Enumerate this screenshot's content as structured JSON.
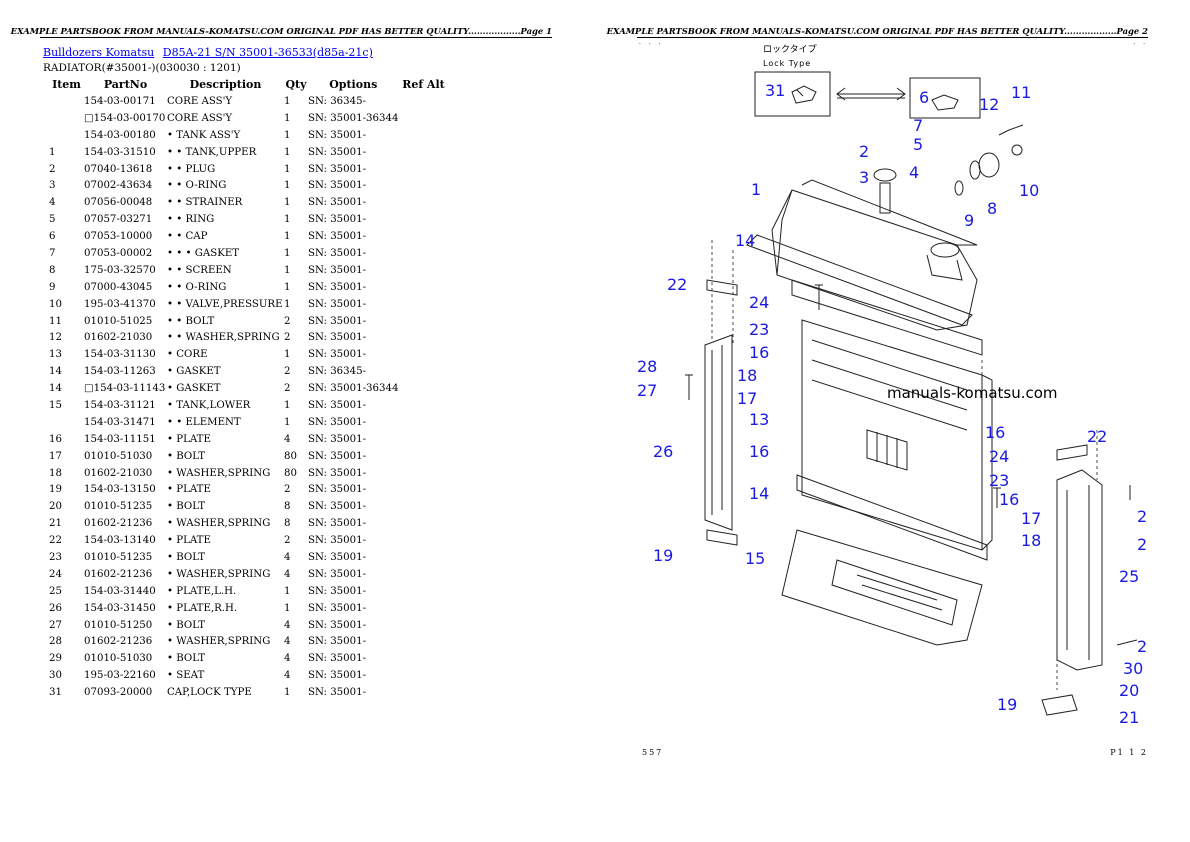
{
  "page1": {
    "header": "EXAMPLE PARTSBOOK FROM MANUALS-KOMATSU.COM ORIGINAL PDF HAS BETTER QUALITY..................Page 1",
    "breadcrumbs": [
      "Bulldozers Komatsu",
      "D85A-21 S/N 35001-36533(d85a-21c)"
    ],
    "section_title": "RADIATOR(#35001-)(030030 : 1201)",
    "columns": [
      "Item",
      "PartNo",
      "Description",
      "Qty",
      "Options",
      "Ref Alt"
    ],
    "rows": [
      {
        "item": "",
        "part": "154-03-00171",
        "desc": "CORE ASS'Y",
        "qty": "1",
        "opt": "SN: 36345-",
        "ref": ""
      },
      {
        "item": "",
        "part": "□154-03-00170",
        "desc": "CORE ASS'Y",
        "qty": "1",
        "opt": "SN: 35001-36344",
        "ref": ""
      },
      {
        "item": "",
        "part": "154-03-00180",
        "desc": "• TANK ASS'Y",
        "qty": "1",
        "opt": "SN: 35001-",
        "ref": ""
      },
      {
        "item": "1",
        "part": "154-03-31510",
        "desc": "• • TANK,UPPER",
        "qty": "1",
        "opt": "SN: 35001-",
        "ref": ""
      },
      {
        "item": "2",
        "part": "07040-13618",
        "desc": "• • PLUG",
        "qty": "1",
        "opt": "SN: 35001-",
        "ref": ""
      },
      {
        "item": "3",
        "part": "07002-43634",
        "desc": "• • O-RING",
        "qty": "1",
        "opt": "SN: 35001-",
        "ref": ""
      },
      {
        "item": "4",
        "part": "07056-00048",
        "desc": "• • STRAINER",
        "qty": "1",
        "opt": "SN: 35001-",
        "ref": ""
      },
      {
        "item": "5",
        "part": "07057-03271",
        "desc": "• • RING",
        "qty": "1",
        "opt": "SN: 35001-",
        "ref": ""
      },
      {
        "item": "6",
        "part": "07053-10000",
        "desc": "• • CAP",
        "qty": "1",
        "opt": "SN: 35001-",
        "ref": ""
      },
      {
        "item": "7",
        "part": "07053-00002",
        "desc": "• • • GASKET",
        "qty": "1",
        "opt": "SN: 35001-",
        "ref": ""
      },
      {
        "item": "8",
        "part": "175-03-32570",
        "desc": "• • SCREEN",
        "qty": "1",
        "opt": "SN: 35001-",
        "ref": ""
      },
      {
        "item": "9",
        "part": "07000-43045",
        "desc": "• • O-RING",
        "qty": "1",
        "opt": "SN: 35001-",
        "ref": ""
      },
      {
        "item": "10",
        "part": "195-03-41370",
        "desc": "• • VALVE,PRESSURE",
        "qty": "1",
        "opt": "SN: 35001-",
        "ref": ""
      },
      {
        "item": "11",
        "part": "01010-51025",
        "desc": "• • BOLT",
        "qty": "2",
        "opt": "SN: 35001-",
        "ref": ""
      },
      {
        "item": "12",
        "part": "01602-21030",
        "desc": "• • WASHER,SPRING",
        "qty": "2",
        "opt": "SN: 35001-",
        "ref": ""
      },
      {
        "item": "13",
        "part": "154-03-31130",
        "desc": "• CORE",
        "qty": "1",
        "opt": "SN: 35001-",
        "ref": ""
      },
      {
        "item": "14",
        "part": "154-03-11263",
        "desc": "• GASKET",
        "qty": "2",
        "opt": "SN: 36345-",
        "ref": ""
      },
      {
        "item": "14",
        "part": "□154-03-11143",
        "desc": "• GASKET",
        "qty": "2",
        "opt": "SN: 35001-36344",
        "ref": ""
      },
      {
        "item": "15",
        "part": "154-03-31121",
        "desc": "• TANK,LOWER",
        "qty": "1",
        "opt": "SN: 35001-",
        "ref": ""
      },
      {
        "item": "",
        "part": "154-03-31471",
        "desc": "• • ELEMENT",
        "qty": "1",
        "opt": "SN: 35001-",
        "ref": ""
      },
      {
        "item": "16",
        "part": "154-03-11151",
        "desc": "• PLATE",
        "qty": "4",
        "opt": "SN: 35001-",
        "ref": ""
      },
      {
        "item": "17",
        "part": "01010-51030",
        "desc": "• BOLT",
        "qty": "80",
        "opt": "SN: 35001-",
        "ref": ""
      },
      {
        "item": "18",
        "part": "01602-21030",
        "desc": "• WASHER,SPRING",
        "qty": "80",
        "opt": "SN: 35001-",
        "ref": ""
      },
      {
        "item": "19",
        "part": "154-03-13150",
        "desc": "• PLATE",
        "qty": "2",
        "opt": "SN: 35001-",
        "ref": ""
      },
      {
        "item": "20",
        "part": "01010-51235",
        "desc": "• BOLT",
        "qty": "8",
        "opt": "SN: 35001-",
        "ref": ""
      },
      {
        "item": "21",
        "part": "01602-21236",
        "desc": "• WASHER,SPRING",
        "qty": "8",
        "opt": "SN: 35001-",
        "ref": ""
      },
      {
        "item": "22",
        "part": "154-03-13140",
        "desc": "• PLATE",
        "qty": "2",
        "opt": "SN: 35001-",
        "ref": ""
      },
      {
        "item": "23",
        "part": "01010-51235",
        "desc": "• BOLT",
        "qty": "4",
        "opt": "SN: 35001-",
        "ref": ""
      },
      {
        "item": "24",
        "part": "01602-21236",
        "desc": "• WASHER,SPRING",
        "qty": "4",
        "opt": "SN: 35001-",
        "ref": ""
      },
      {
        "item": "25",
        "part": "154-03-31440",
        "desc": "• PLATE,L.H.",
        "qty": "1",
        "opt": "SN: 35001-",
        "ref": ""
      },
      {
        "item": "26",
        "part": "154-03-31450",
        "desc": "• PLATE,R.H.",
        "qty": "1",
        "opt": "SN: 35001-",
        "ref": ""
      },
      {
        "item": "27",
        "part": "01010-51250",
        "desc": "• BOLT",
        "qty": "4",
        "opt": "SN: 35001-",
        "ref": ""
      },
      {
        "item": "28",
        "part": "01602-21236",
        "desc": "• WASHER,SPRING",
        "qty": "4",
        "opt": "SN: 35001-",
        "ref": ""
      },
      {
        "item": "29",
        "part": "01010-51030",
        "desc": "• BOLT",
        "qty": "4",
        "opt": "SN: 35001-",
        "ref": ""
      },
      {
        "item": "30",
        "part": "195-03-22160",
        "desc": "• SEAT",
        "qty": "4",
        "opt": "SN: 35001-",
        "ref": ""
      },
      {
        "item": "31",
        "part": "07093-20000",
        "desc": "CAP,LOCK TYPE",
        "qty": "1",
        "opt": "SN: 35001-",
        "ref": ""
      }
    ]
  },
  "page2": {
    "header": "EXAMPLE PARTSBOOK FROM MANUALS-KOMATSU.COM ORIGINAL PDF HAS BETTER QUALITY..................Page 2",
    "watermark": "manuals-komatsu.com",
    "inset_title_jp": "ロックタイプ",
    "inset_title": "Lock Type",
    "footer_left": "557",
    "footer_right": "P1 1 2",
    "callouts": [
      "31",
      "6",
      "7",
      "5",
      "2",
      "3",
      "4",
      "1",
      "12",
      "11",
      "10",
      "8",
      "9",
      "14",
      "22",
      "24",
      "23",
      "16",
      "28",
      "27",
      "18",
      "17",
      "13",
      "26",
      "16",
      "14",
      "19",
      "15",
      "16",
      "24",
      "23",
      "16",
      "17",
      "18",
      "22",
      "2",
      "2",
      "25",
      "2",
      "30",
      "20",
      "19",
      "21"
    ]
  }
}
